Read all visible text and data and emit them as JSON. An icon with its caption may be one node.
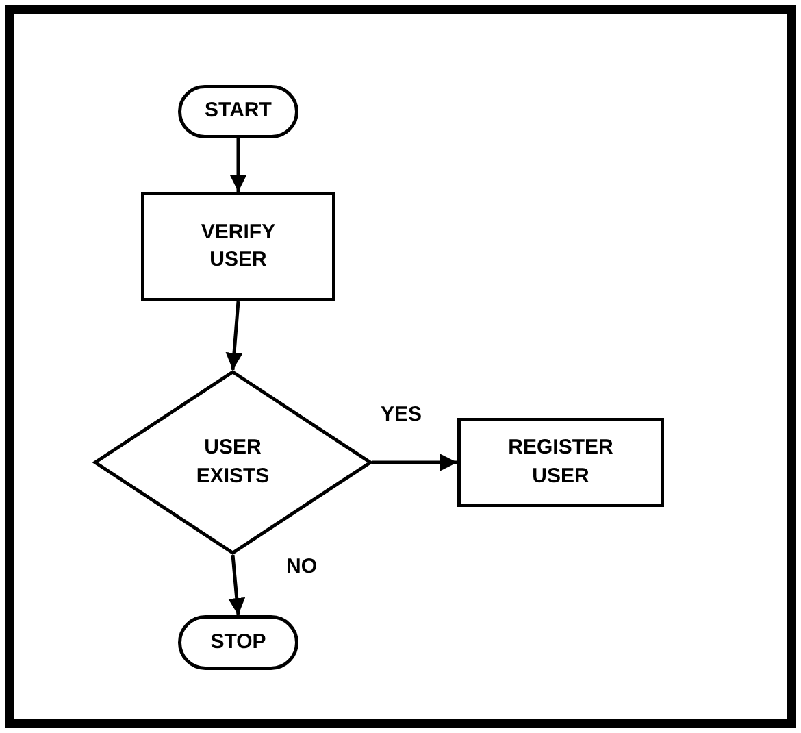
{
  "diagram": {
    "nodes": [
      {
        "text": [
          "START"
        ]
      },
      {
        "text": [
          "VERIFY USER"
        ]
      },
      {
        "text": [
          "USER EXISTS"
        ]
      },
      {
        "text": [
          "REGISTER USER"
        ]
      },
      {
        "text": [
          "STOP"
        ]
      }
    ],
    "edges": [
      {
        "from": 0,
        "to": 1,
        "arrow": "to"
      },
      {
        "from": 1,
        "to": 2,
        "arrow": "to"
      },
      {
        "from": 2,
        "to": 3,
        "arrow": "to",
        "label": "YES"
      },
      {
        "from": 2,
        "to": 4,
        "arrow": "to",
        "label": "NO"
      }
    ]
  }
}
